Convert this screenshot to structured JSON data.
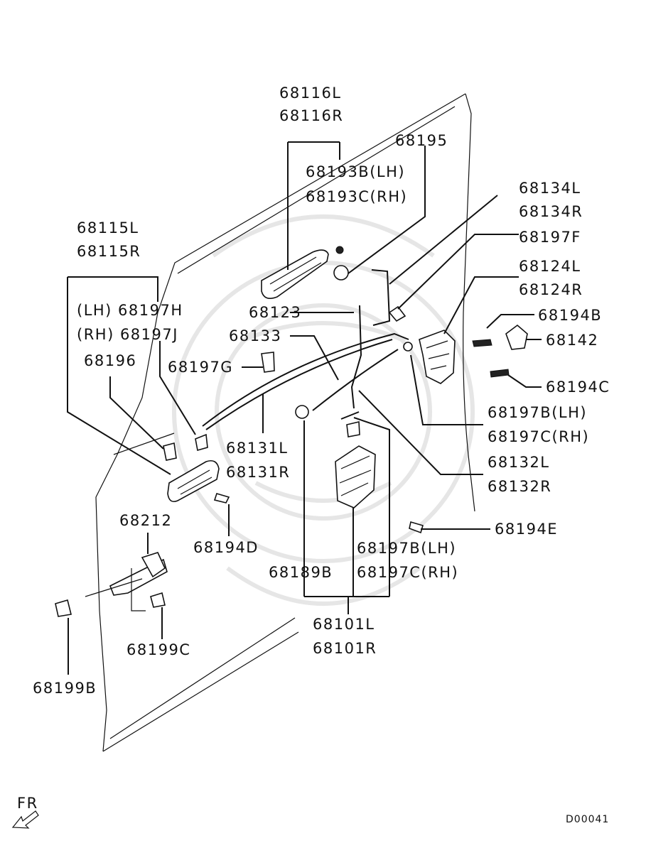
{
  "labels": {
    "l68116L": "68116L",
    "l68116R": "68116R",
    "l68195": "68195",
    "l68193B": "68193B(LH)",
    "l68193C": "68193C(RH)",
    "l68134L": "68134L",
    "l68134R": "68134R",
    "l68197F": "68197F",
    "l68124L": "68124L",
    "l68124R": "68124R",
    "l68194B": "68194B",
    "l68142": "68142",
    "l68194C": "68194C",
    "l68115L": "68115L",
    "l68115R": "68115R",
    "l68197H": "(LH) 68197H",
    "l68197J": "(RH) 68197J",
    "l68123": "68123",
    "l68133": "68133",
    "l68196": "68196",
    "l68197G": "68197G",
    "l68197B_top": "68197B(LH)",
    "l68197C_top": "68197C(RH)",
    "l68131L": "68131L",
    "l68131R": "68131R",
    "l68132L": "68132L",
    "l68132R": "68132R",
    "l68212": "68212",
    "l68194E": "68194E",
    "l68194D": "68194D",
    "l68197B_bot": "68197B(LH)",
    "l68189B": "68189B",
    "l68197C_bot": "68197C(RH)",
    "l68101L": "68101L",
    "l68101R": "68101R",
    "l68199C": "68199C",
    "l68199B": "68199B"
  },
  "direction": "FR",
  "diagram_code": "D00041",
  "icons": [
    "front-direction-arrow-icon",
    "watermark-logo"
  ]
}
